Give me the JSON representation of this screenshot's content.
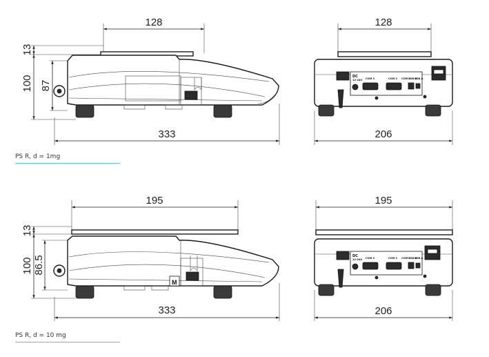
{
  "top": {
    "caption": "PS R, d = 1mg",
    "side": {
      "pan_width": "128",
      "pan_height": "13",
      "total_height": "100",
      "body_height": "87",
      "length": "333"
    },
    "rear": {
      "pan_width": "128",
      "width": "206"
    }
  },
  "bottom": {
    "caption": "PS R, d = 10 mg",
    "side": {
      "pan_width": "195",
      "pan_height": "13",
      "total_height": "100",
      "body_height": "86.5",
      "length": "333",
      "badge": "M"
    },
    "rear": {
      "pan_width": "195",
      "width": "206"
    }
  },
  "panel_labels": {
    "dc": "DC",
    "dc_sub": "12-24V",
    "com3": "COM 3",
    "com2": "COM 2",
    "com1": "COM 1",
    "usb_b": "USB B",
    "usb_a": "USB A"
  },
  "colors": {
    "accent_rule": "#5bc0e8"
  }
}
